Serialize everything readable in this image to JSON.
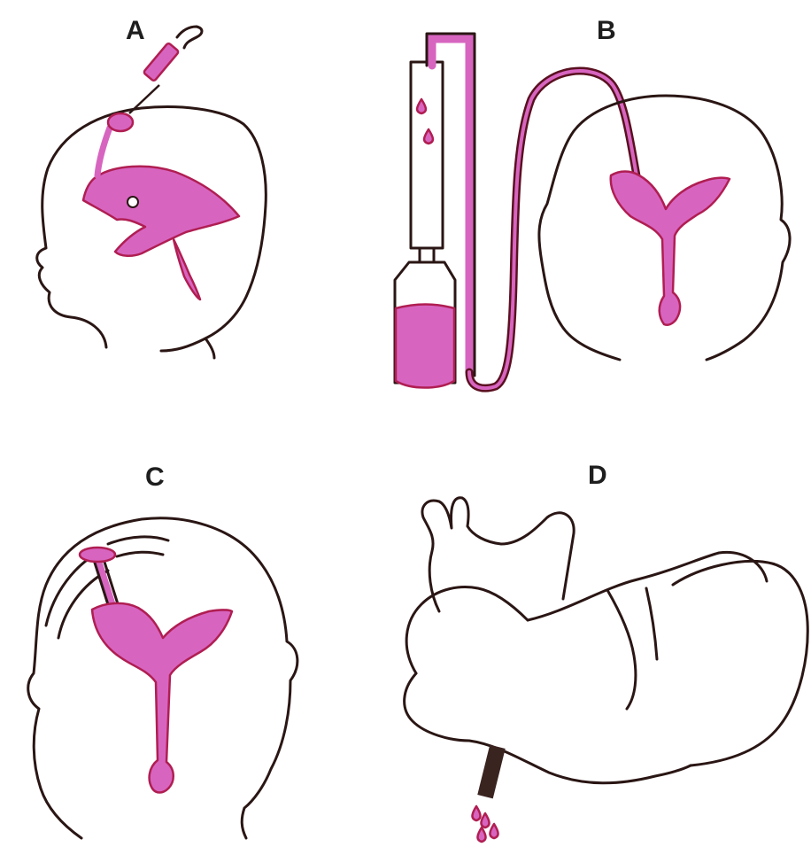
{
  "panels": [
    {
      "id": "A",
      "label": "A"
    },
    {
      "id": "B",
      "label": "B"
    },
    {
      "id": "C",
      "label": "C"
    },
    {
      "id": "D",
      "label": "D"
    }
  ],
  "colors": {
    "fluid": "#d765c0",
    "fluid_edge": "#b01e52",
    "outline": "#2a1614",
    "background": "#ffffff"
  }
}
